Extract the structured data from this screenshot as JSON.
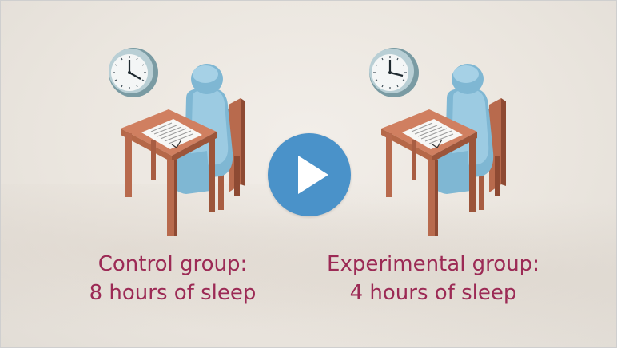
{
  "captions": {
    "control_title": "Control group:",
    "control_detail": "8 hours of sleep",
    "experimental_title": "Experimental group:",
    "experimental_detail": "4 hours of sleep"
  },
  "icons": {
    "play": "play-icon",
    "clock": "clock-icon",
    "person": "person-icon",
    "desk": "desk-icon"
  },
  "colors": {
    "caption": "#9c2a55",
    "play_button": "#4a92c9",
    "person": "#8ec3dd",
    "desk": "#c9785c"
  }
}
